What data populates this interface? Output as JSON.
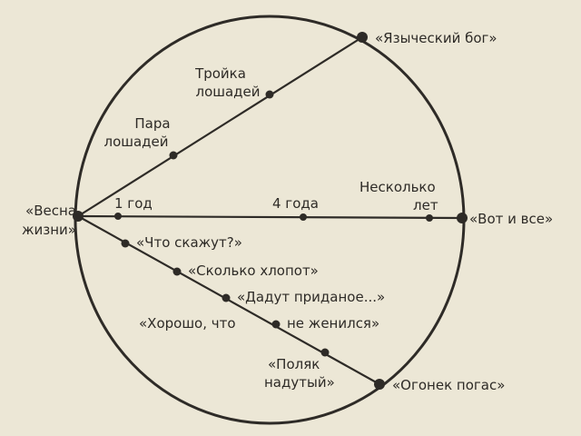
{
  "diagram": {
    "labels": {
      "spring_1": "«Весна",
      "spring_2": "жизни»",
      "pagan_god": "«Языческий бог»",
      "troika_1": "Тройка",
      "troika_2": "лошадей",
      "pair_1": "Пара",
      "pair_2": "лошадей",
      "year_1": "1 год",
      "years_4": "4 года",
      "several_1": "Несколько",
      "several_2": "лет",
      "thats_all": "«Вот и все»",
      "what_say": "«Что скажут?»",
      "how_much": "«Сколько хлопот»",
      "dowry": "«Дадут приданое...»",
      "good_that": "«Хорошо, что",
      "not_married": "не женился»",
      "pole_1": "«Поляк",
      "pole_2": "надутый»",
      "fire_out": "«Огонек погас»"
    },
    "colors": {
      "paper": "#ece7d6",
      "ink": "#2e2b27"
    }
  }
}
